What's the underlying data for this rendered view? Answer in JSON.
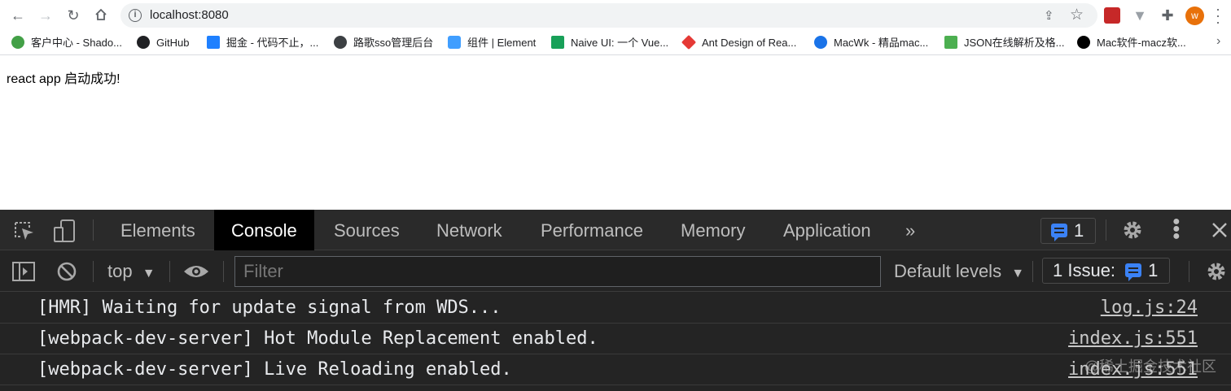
{
  "browser": {
    "url": "localhost:8080",
    "avatar_letter": "w",
    "icons": {
      "back": "arrow-left-icon",
      "forward": "arrow-right-icon",
      "reload": "reload-icon",
      "home": "home-icon",
      "info": "info-icon",
      "share": "share-icon",
      "bookmark": "star-icon",
      "extensions": "puzzle-icon",
      "menu": "vertical-dots-icon"
    }
  },
  "bookmarks": [
    {
      "label": "客户中心 - Shado...",
      "color": "#43a047"
    },
    {
      "label": "GitHub",
      "color": "#202124"
    },
    {
      "label": "掘金 - 代码不止，...",
      "color": "#1e80ff"
    },
    {
      "label": "路歌sso管理后台",
      "color": "#3c4043"
    },
    {
      "label": "组件 | Element",
      "color": "#409eff"
    },
    {
      "label": "Naive UI: 一个 Vue...",
      "color": "#18a058"
    },
    {
      "label": "Ant Design of Rea...",
      "color": "#e53935"
    },
    {
      "label": "MacWk - 精品mac...",
      "color": "#1a73e8"
    },
    {
      "label": "JSON在线解析及格...",
      "color": "#4caf50"
    },
    {
      "label": "Mac软件-macz软...",
      "color": "#000000"
    }
  ],
  "page": {
    "text": "react app 启动成功!"
  },
  "devtools": {
    "tabs": [
      "Elements",
      "Console",
      "Sources",
      "Network",
      "Performance",
      "Memory",
      "Application"
    ],
    "active_tab": "Console",
    "more_tabs": "»",
    "issue_count": "1",
    "context": "top",
    "filter_placeholder": "Filter",
    "levels": "Default levels",
    "issues_label": "1 Issue:",
    "issues_count": "1",
    "messages": [
      {
        "text": "[HMR] Waiting for update signal from WDS...",
        "source": "log.js:24"
      },
      {
        "text": "[webpack-dev-server] Hot Module Replacement enabled.",
        "source": "index.js:551"
      },
      {
        "text": "[webpack-dev-server] Live Reloading enabled.",
        "source": "index.js:551"
      }
    ],
    "watermark": "@稀土掘金技术社区",
    "colors": {
      "panel_bg": "#242424",
      "active_tab_bg": "#000000",
      "accent_blue": "#3b82f6"
    }
  }
}
